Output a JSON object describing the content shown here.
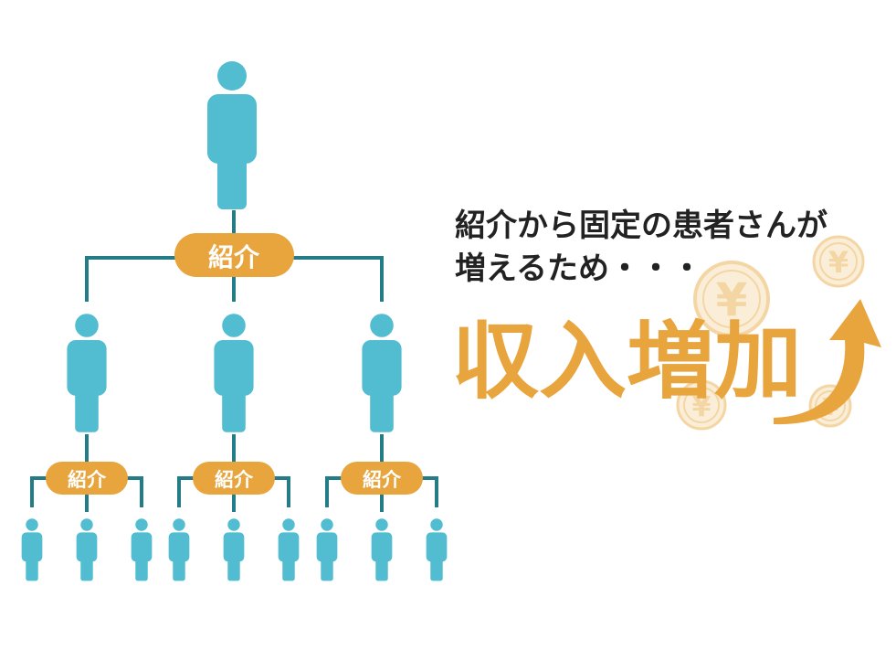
{
  "diagram": {
    "referral_label": "紹介",
    "levels": [
      "root",
      "second-tier",
      "third-tier"
    ]
  },
  "message": {
    "line1": "紹介から固定の患者さんが",
    "line2": "増えるため・・・",
    "headline": "収入増加"
  },
  "coins": {
    "symbol": "¥",
    "count": 4
  },
  "colors": {
    "person": "#52bdd0",
    "connector": "#237c86",
    "accent": "#e8a43d",
    "coin": "#f3d6a3",
    "text": "#222222"
  }
}
